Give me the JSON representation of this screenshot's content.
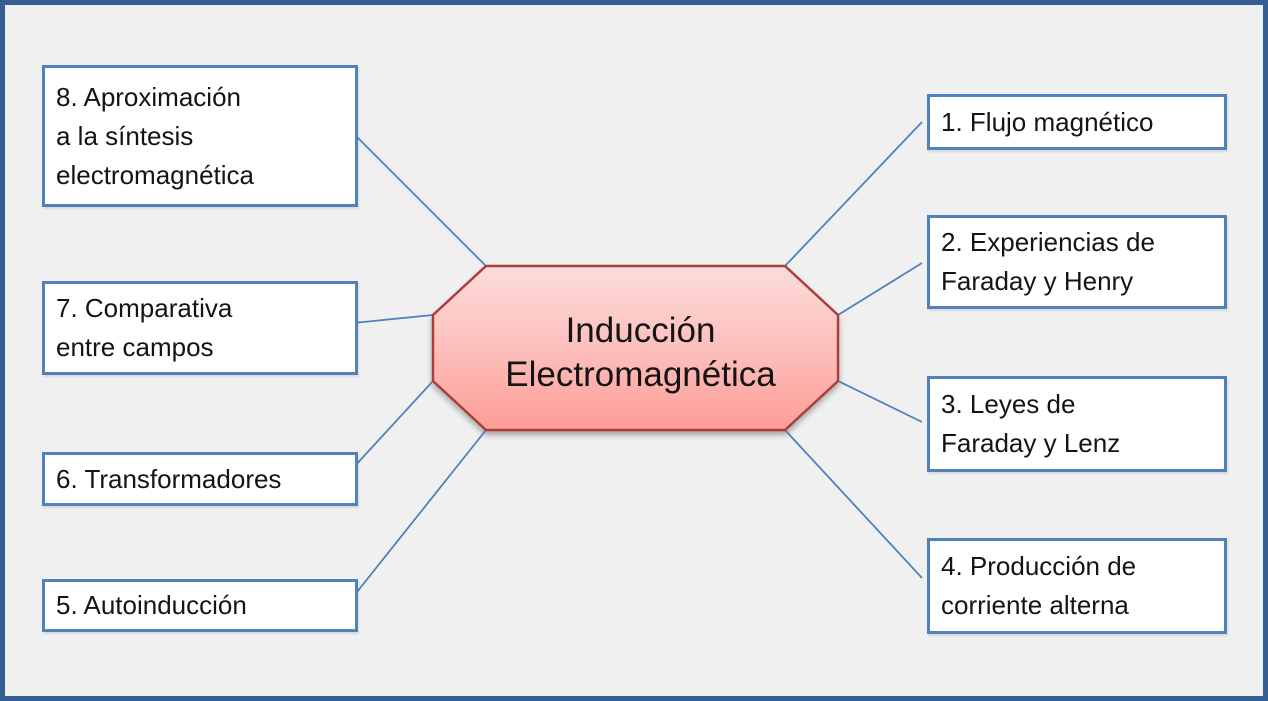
{
  "center": {
    "lines": [
      "Inducción",
      "Electromagnética"
    ]
  },
  "nodes": [
    {
      "id": "1",
      "side": "right",
      "lines": [
        "1. Flujo magnético"
      ]
    },
    {
      "id": "2",
      "side": "right",
      "lines": [
        "2. Experiencias de",
        "Faraday y Henry"
      ]
    },
    {
      "id": "3",
      "side": "right",
      "lines": [
        "3. Leyes de",
        "Faraday y Lenz"
      ]
    },
    {
      "id": "4",
      "side": "right",
      "lines": [
        "4. Producción de",
        "corriente alterna"
      ]
    },
    {
      "id": "5",
      "side": "left",
      "lines": [
        "5. Autoinducción"
      ]
    },
    {
      "id": "6",
      "side": "left",
      "lines": [
        "6. Transformadores"
      ]
    },
    {
      "id": "7",
      "side": "left",
      "lines": [
        "7. Comparativa",
        "entre campos"
      ]
    },
    {
      "id": "8",
      "side": "left",
      "lines": [
        "8. Aproximación",
        "a la síntesis",
        "electromagnética"
      ]
    }
  ],
  "colors": {
    "frame_border": "#365f91",
    "canvas_background": "#f0f0f0",
    "box_background": "#ffffff",
    "box_border": "#4f81bd",
    "connector": "#5081bd",
    "center_border": "#ac3c38",
    "center_fill_top": "#fbdcdb",
    "center_fill_mid": "#fdbcb8",
    "center_fill_bottom": "#fe9d97",
    "text": "#141414"
  }
}
